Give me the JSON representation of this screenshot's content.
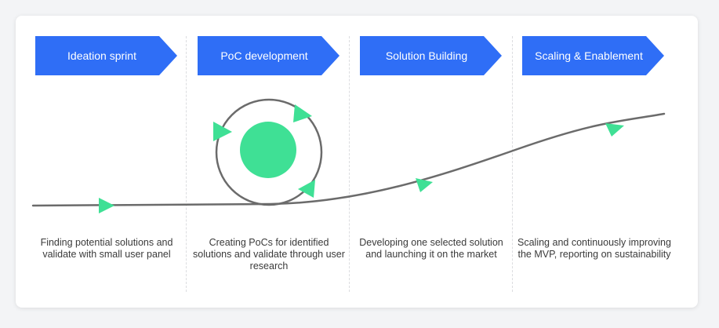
{
  "colors": {
    "stage_fill": "#2f6ef6",
    "path": "#6b6b6b",
    "accent": "#3fe095",
    "text": "#3a3a3a"
  },
  "stages": [
    {
      "label": "Ideation sprint",
      "description": "Finding potential solutions and validate with small user panel"
    },
    {
      "label": "PoC development",
      "description": "Creating PoCs for identified solutions and validate through user research"
    },
    {
      "label": "Solution Building",
      "description": "Developing one selected solution and launching it on the market"
    },
    {
      "label": "Scaling & Enablement",
      "description": "Scaling and continuously improving the MVP, reporting on sustainability"
    }
  ],
  "icons": {
    "stage_arrow": "chevron-banner-shape",
    "direction_marker": "triangle-arrow-icon",
    "loop": "iteration-loop-icon"
  }
}
